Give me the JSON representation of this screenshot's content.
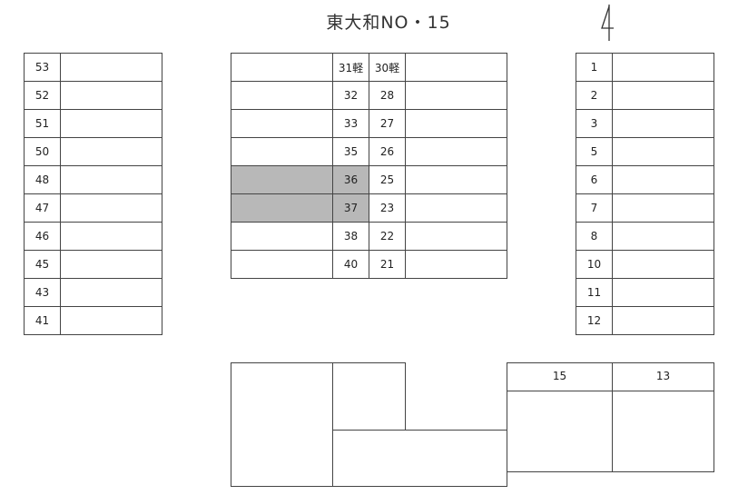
{
  "title": "東大和NO・15",
  "left_column": [
    "53",
    "52",
    "51",
    "50",
    "48",
    "47",
    "46",
    "45",
    "43",
    "41"
  ],
  "right_column": [
    "1",
    "2",
    "3",
    "5",
    "6",
    "7",
    "8",
    "10",
    "11",
    "12"
  ],
  "center_left_numbers": [
    "31軽",
    "32",
    "33",
    "35",
    "36",
    "37",
    "38",
    "40"
  ],
  "center_right_numbers": [
    "30軽",
    "28",
    "27",
    "26",
    "25",
    "23",
    "22",
    "21"
  ],
  "shaded_spaces": [
    "36",
    "37"
  ],
  "bottom_right_labels": [
    "15",
    "13"
  ],
  "colors": {
    "shade": "#b8b8b8",
    "line": "#444444"
  }
}
